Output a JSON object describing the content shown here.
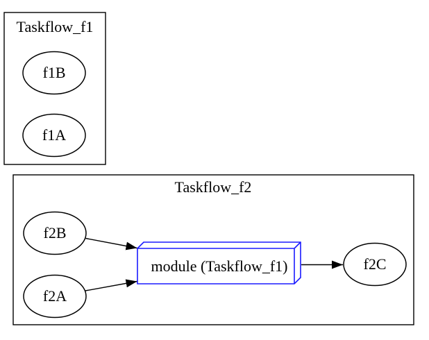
{
  "diagram_type": "taskflow-graph",
  "colors": {
    "background": "#ffffff",
    "cluster_stroke": "#000000",
    "node_stroke": "#000000",
    "module_stroke": "#1a1aff",
    "edge": "#000000",
    "text": "#000000"
  },
  "clusters": [
    {
      "label": "Taskflow_f1",
      "nodes": [
        {
          "label": "f1B",
          "shape": "ellipse"
        },
        {
          "label": "f1A",
          "shape": "ellipse"
        }
      ]
    },
    {
      "label": "Taskflow_f2",
      "nodes": [
        {
          "label": "f2B",
          "shape": "ellipse"
        },
        {
          "label": "f2A",
          "shape": "ellipse"
        },
        {
          "label": "module (Taskflow_f1)",
          "shape": "box3d"
        },
        {
          "label": "f2C",
          "shape": "ellipse"
        }
      ]
    }
  ],
  "edges": [
    {
      "from": "f2B",
      "to": "module (Taskflow_f1)"
    },
    {
      "from": "f2A",
      "to": "module (Taskflow_f1)"
    },
    {
      "from": "module (Taskflow_f1)",
      "to": "f2C"
    }
  ]
}
